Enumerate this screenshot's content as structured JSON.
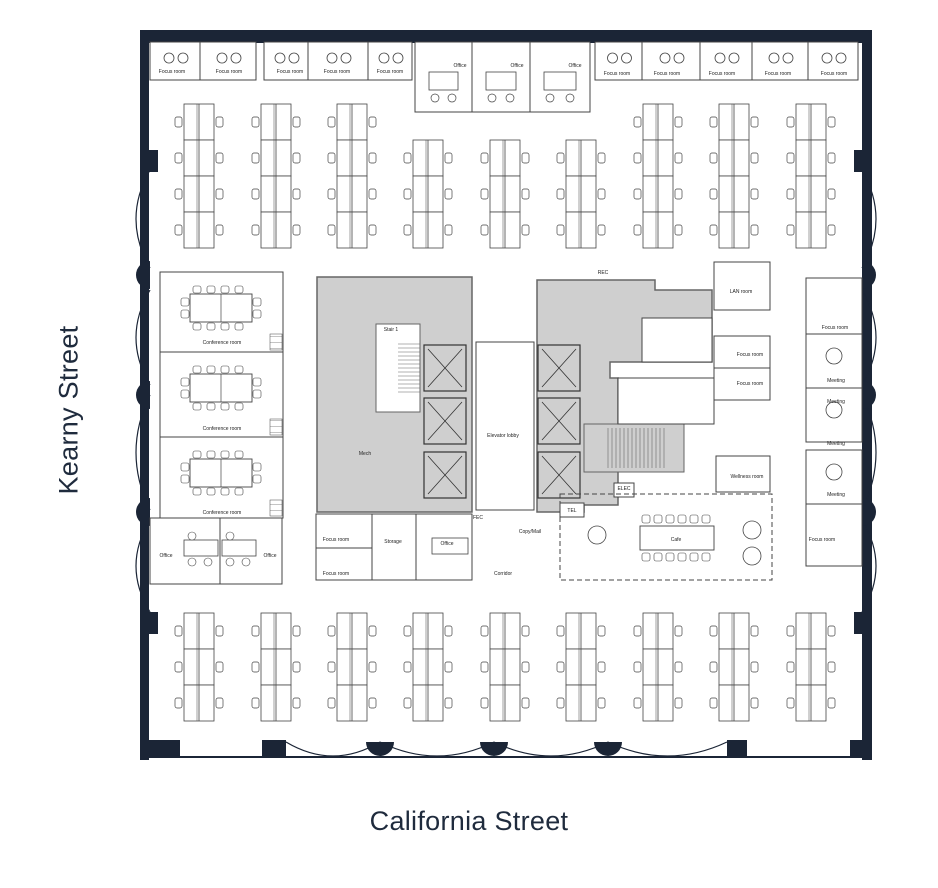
{
  "colors": {
    "wall": "#1b2536",
    "core": "#cfcfcf",
    "line": "#444444",
    "paper": "#ffffff"
  },
  "streets": {
    "south": "California Street",
    "west": "Kearny Street"
  },
  "rooms": {
    "focus_room": "Focus room",
    "office": "Office",
    "conference_room": "Conference room",
    "meeting": "Meeting",
    "lab_room": "LAN room",
    "rec": "REC",
    "stair": "Stair 1",
    "mech": "Mech",
    "elevator_lobby": "Elevator lobby",
    "fec": "FEC",
    "copy_mail": "Copy/Mail",
    "tel": "TEL",
    "elec": "ELEC",
    "storage": "Storage",
    "corridor": "Corridor",
    "cafe": "Cafe",
    "wellness_room": "Wellness room"
  }
}
